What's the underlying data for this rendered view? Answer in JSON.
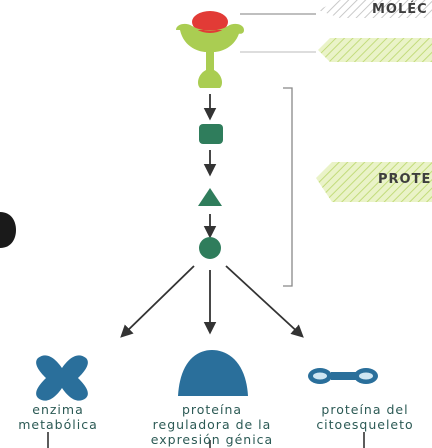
{
  "tags": {
    "molecule": "MOLÉC",
    "protein": "PROTE"
  },
  "labels": {
    "enzyme": [
      "enzima",
      "metabólica"
    ],
    "regulator": [
      "proteína",
      "reguladora de la",
      "expresión génica"
    ],
    "cytoskeleton": [
      "proteína del",
      "citoesqueleto"
    ]
  },
  "colors": {
    "lime": "#aacd52",
    "lime_light": "#d6e79a",
    "receptor_top": "#e23b36",
    "dark_green": "#2f7d5c",
    "blue": "#3b87b5",
    "blue_dark": "#2a6f9b",
    "label_text": "#2c5a55",
    "arrow": "#333333"
  },
  "icons": {
    "receptor": "y-shaped-receptor-icon",
    "enzyme": "x-shaped-enzyme-icon",
    "regulator": "dome-protein-icon",
    "cytoskeleton": "chain-filament-icon"
  }
}
